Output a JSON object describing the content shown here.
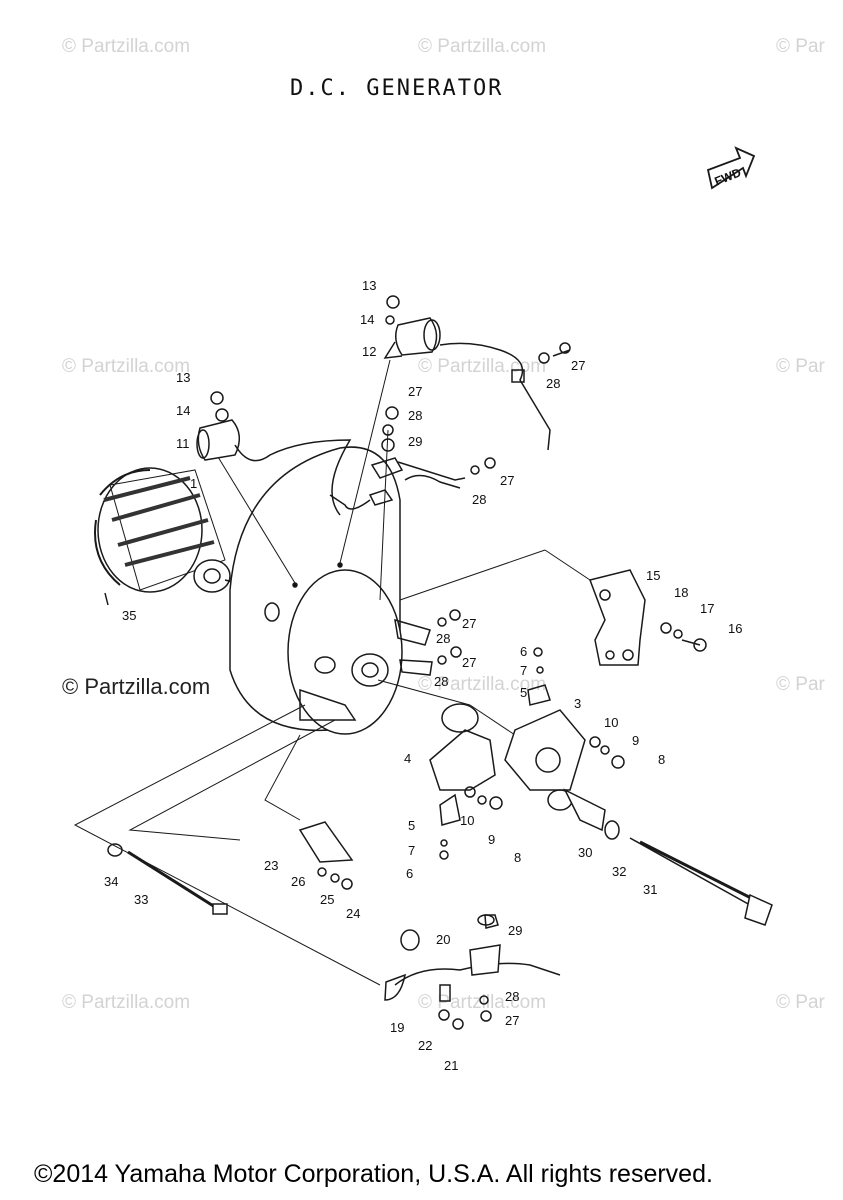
{
  "title": "D.C.  GENERATOR",
  "fwd_label": "FWD",
  "watermarks": [
    "© Partzilla.com",
    "© Partzilla.com",
    "© Par",
    "© Partzilla.com",
    "© Partzilla.com",
    "© Par",
    "© Partzilla.com",
    "© Par",
    "© Partzilla.com",
    "© Partzilla.com",
    "© Par"
  ],
  "watermark_strong": "© Partzilla.com",
  "footer": "©2014 Yamaha Motor Corporation, U.S.A. All rights reserved.",
  "callouts": [
    "1",
    "35",
    "13",
    "14",
    "11",
    "13",
    "14",
    "12",
    "27",
    "28",
    "27",
    "28",
    "29",
    "27",
    "28",
    "15",
    "18",
    "17",
    "16",
    "27",
    "28",
    "27",
    "28",
    "6",
    "7",
    "5",
    "3",
    "10",
    "9",
    "8",
    "4",
    "5",
    "7",
    "6",
    "10",
    "9",
    "8",
    "23",
    "26",
    "25",
    "24",
    "34",
    "33",
    "30",
    "32",
    "31",
    "20",
    "29",
    "19",
    "22",
    "21",
    "28",
    "27"
  ]
}
